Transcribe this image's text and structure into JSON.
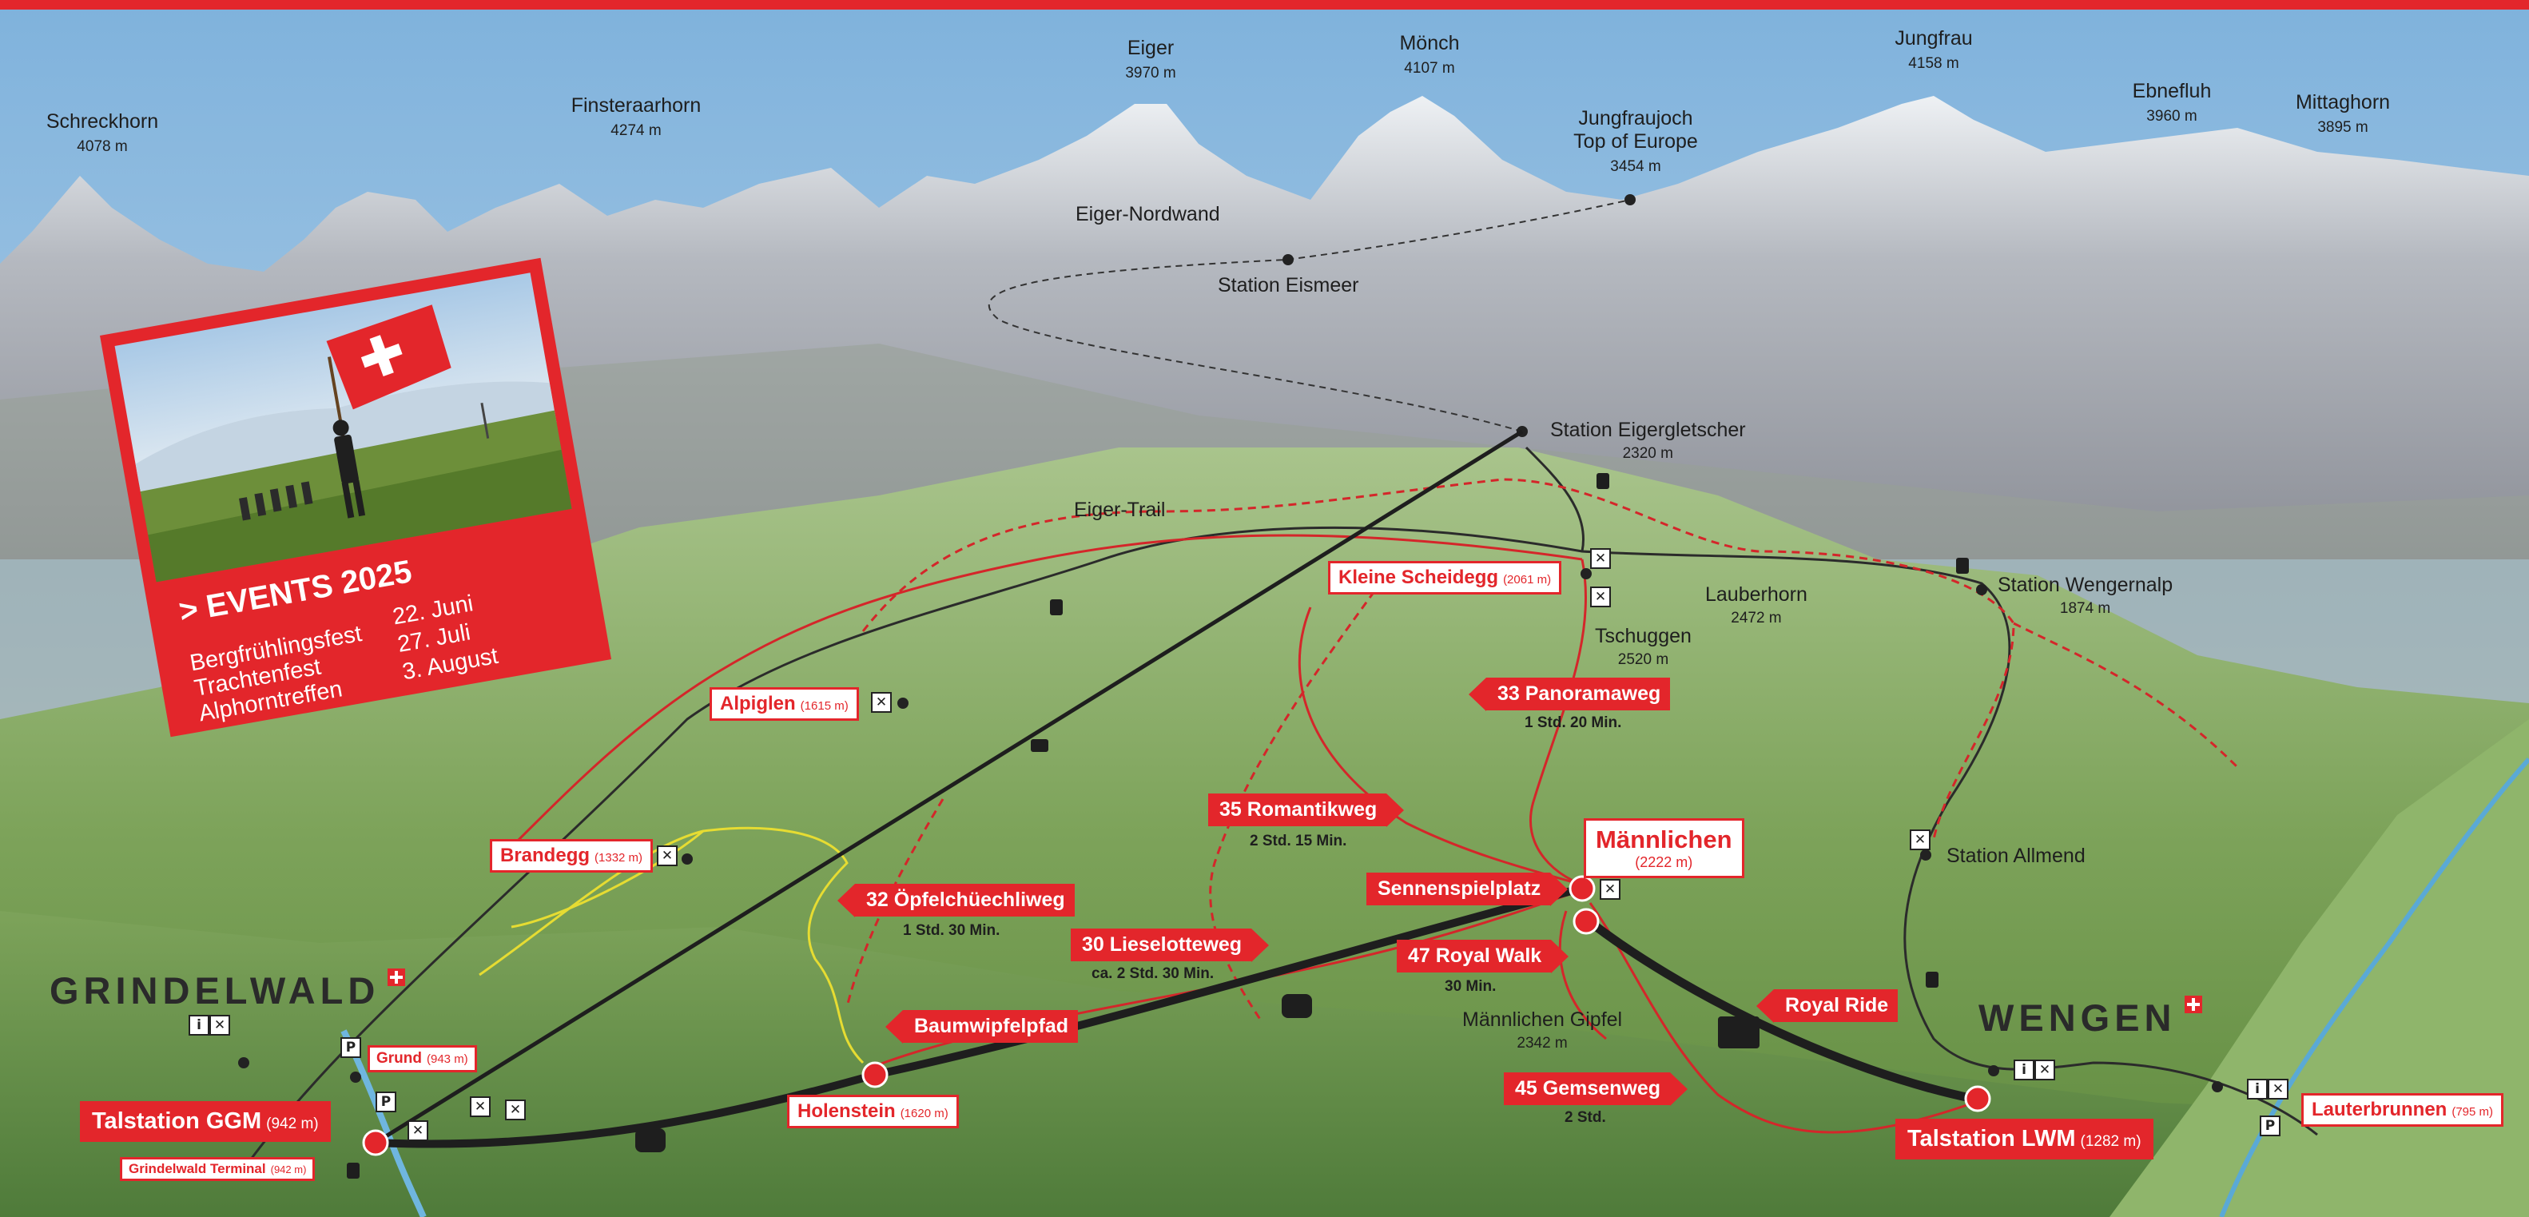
{
  "peaks": [
    {
      "name": "Schreckhorn",
      "elev": "4078 m"
    },
    {
      "name": "Finsteraarhorn",
      "elev": "4274 m"
    },
    {
      "name": "Eiger",
      "elev": "3970 m"
    },
    {
      "name": "Mönch",
      "elev": "4107 m"
    },
    {
      "name": "Jungfraujoch",
      "name2": "Top of Europe",
      "elev": "3454 m"
    },
    {
      "name": "Jungfrau",
      "elev": "4158 m"
    },
    {
      "name": "Ebnefluh",
      "elev": "3960 m"
    },
    {
      "name": "Mittaghorn",
      "elev": "3895 m"
    }
  ],
  "places": {
    "eiger_nordwand": "Eiger-Nordwand",
    "station_eismeer": "Station Eismeer",
    "station_eigergletscher": "Station Eigergletscher",
    "station_eigergletscher_elev": "2320 m",
    "eiger_trail": "Eiger-Trail",
    "lauberhorn": "Lauberhorn",
    "lauberhorn_elev": "2472 m",
    "tschuggen": "Tschuggen",
    "tschuggen_elev": "2520 m",
    "station_wengernalp": "Station Wengernalp",
    "station_wengernalp_elev": "1874 m",
    "station_allmend": "Station Allmend",
    "maennlichen_gipfel": "Männlichen Gipfel",
    "maennlichen_gipfel_elev": "2342 m"
  },
  "towns": {
    "grindelwald": "GRINDELWALD",
    "wengen": "WENGEN"
  },
  "boxed": {
    "kleine_scheidegg": "Kleine Scheidegg",
    "kleine_scheidegg_elev": "(2061 m)",
    "alpiglen": "Alpiglen",
    "alpiglen_elev": "(1615 m)",
    "brandegg": "Brandegg",
    "brandegg_elev": "(1332 m)",
    "maennlichen": "Männlichen",
    "maennlichen_elev": "(2222 m)",
    "grund": "Grund",
    "grund_elev": "(943 m)",
    "talstation_ggm": "Talstation GGM",
    "talstation_ggm_elev": "(942 m)",
    "grindelwald_terminal": "Grindelwald Terminal",
    "grindelwald_terminal_elev": "(942 m)",
    "holenstein": "Holenstein",
    "holenstein_elev": "(1620 m)",
    "talstation_lwm": "Talstation LWM",
    "talstation_lwm_elev": "(1282 m)",
    "lauterbrunnen": "Lauterbrunnen",
    "lauterbrunnen_elev": "(795 m)"
  },
  "trails": {
    "panoramaweg": "33 Panoramaweg",
    "panoramaweg_time": "1 Std. 20 Min.",
    "romantikweg": "35 Romantikweg",
    "romantikweg_time": "2 Std. 15 Min.",
    "oepfelchuechliweg": "32 Öpfelchüechliweg",
    "oepfelchuechliweg_time": "1 Std. 30 Min.",
    "lieselotteweg": "30 Lieselotteweg",
    "lieselotteweg_time": "ca. 2 Std. 30 Min.",
    "royal_walk": "47 Royal Walk",
    "royal_walk_time": "30 Min.",
    "gemsenweg": "45 Gemsenweg",
    "gemsenweg_time": "2 Std.",
    "sennenspielplatz": "Sennenspielplatz",
    "baumwipfelpfad": "Baumwipfelpfad",
    "royal_ride": "Royal Ride"
  },
  "events": {
    "heading": "> EVENTS 2025",
    "items": [
      {
        "name": "Bergfrühlingsfest",
        "date": "22. Juni"
      },
      {
        "name": "Trachtenfest",
        "date": "27. Juli"
      },
      {
        "name": "Alphorntreffen",
        "date": "3. August"
      }
    ]
  },
  "icon_glyphs": {
    "info": "i",
    "parking": "P",
    "restaurant": "✕"
  },
  "colors": {
    "brand_red": "#e3262b",
    "trail_red": "#d4262a",
    "trail_yellow": "#e6dc32",
    "cableway": "#1e1e1e",
    "meadow": "#7da35a",
    "sky": "#9ec3e0"
  }
}
